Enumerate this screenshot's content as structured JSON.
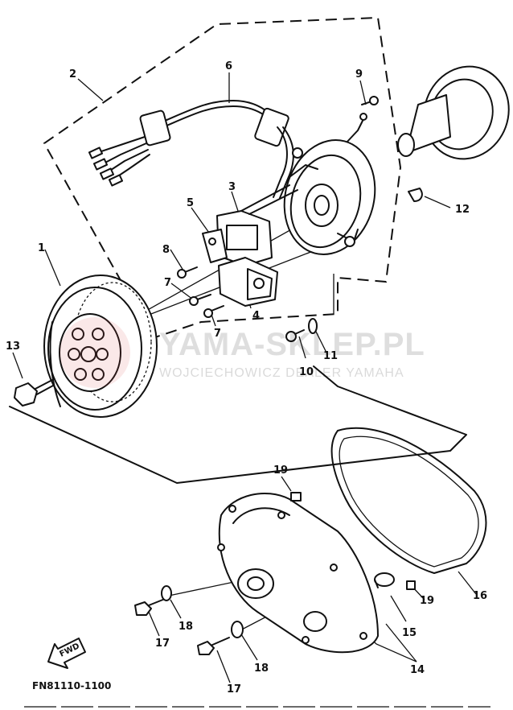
{
  "diagram": {
    "callouts": {
      "c1": "1",
      "c2": "2",
      "c3": "3",
      "c4": "4",
      "c5": "5",
      "c6": "6",
      "c7a": "7",
      "c7b": "7",
      "c8": "8",
      "c9": "9",
      "c10": "10",
      "c11": "11",
      "c12": "12",
      "c13": "13",
      "c14": "14",
      "c15": "15",
      "c16": "16",
      "c17a": "17",
      "c17b": "17",
      "c18a": "18",
      "c18b": "18",
      "c19a": "19",
      "c19b": "19"
    },
    "figure_code": "FN81110-1100",
    "forward_arrow_label": "FWD",
    "watermark": {
      "main": "YAMA-SKLEP.PL",
      "sub": "WOJCIECHOWICZ DEALER YAMAHA",
      "color": "#d94a4a"
    }
  }
}
